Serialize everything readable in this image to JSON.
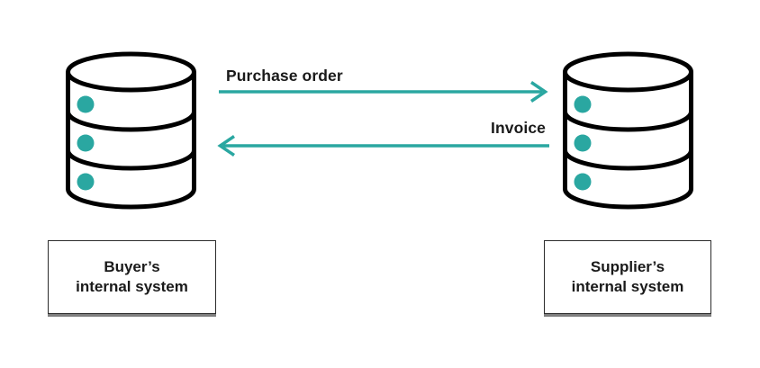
{
  "diagram": {
    "background": "#ffffff",
    "colors": {
      "accent": "#2aa7a1",
      "outline": "#000000",
      "text": "#1a1a1a",
      "box_border": "#2b2b2b",
      "box_shadow": "#7f7f7f"
    },
    "buyer": {
      "icon": "database-icon",
      "label_line1": "Buyer’s",
      "label_line2": "internal system"
    },
    "supplier": {
      "icon": "database-icon",
      "label_line1": "Supplier’s",
      "label_line2": "internal system"
    },
    "flows": {
      "purchase_order": {
        "label": "Purchase order",
        "from": "buyer",
        "to": "supplier",
        "direction": "right"
      },
      "invoice": {
        "label": "Invoice",
        "from": "supplier",
        "to": "buyer",
        "direction": "left"
      }
    }
  }
}
